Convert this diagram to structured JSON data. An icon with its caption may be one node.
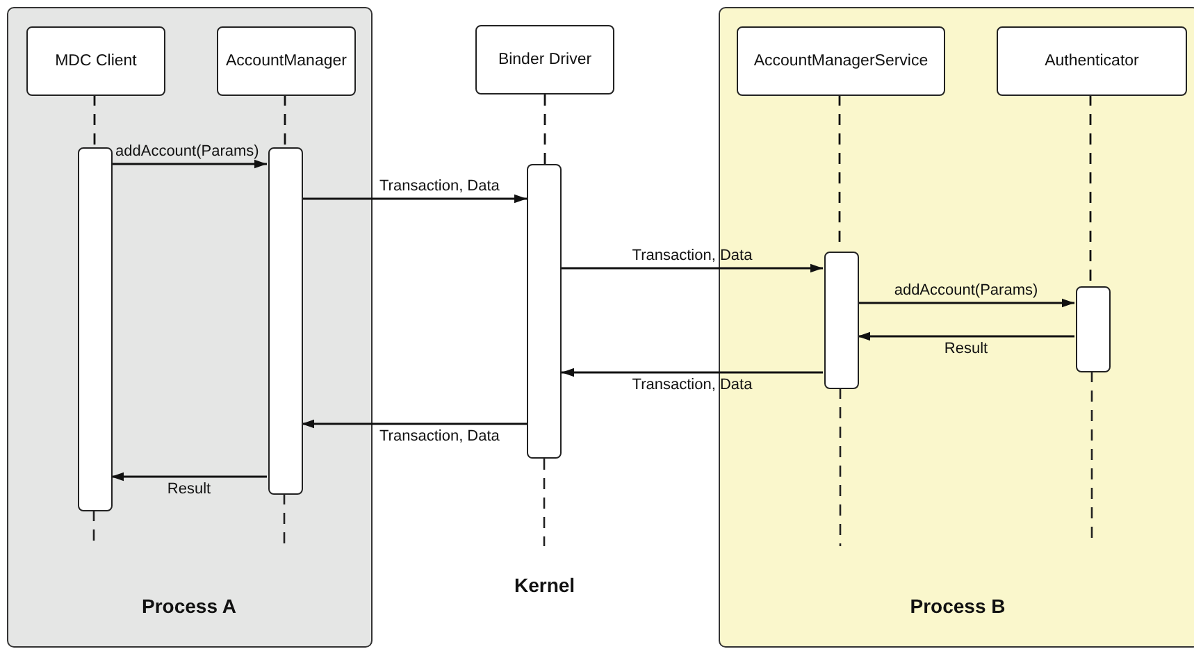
{
  "diagram": {
    "nodes": [
      {
        "text": [
          "Process A"
        ]
      },
      {
        "text": [
          "MDC Client"
        ],
        "in": 0
      },
      {
        "text": [
          "AccountManager"
        ],
        "in": 0
      },
      {
        "text": [
          "Binder Driver"
        ]
      },
      {
        "text": [
          "Process B"
        ]
      },
      {
        "text": [
          "AccountManagerService"
        ],
        "in": 4
      },
      {
        "text": [
          "Authenticator"
        ],
        "in": 4
      },
      {
        "text": [],
        "shape": "bar",
        "in": 0
      },
      {
        "text": [],
        "shape": "bar",
        "in": 0
      },
      {
        "text": [],
        "shape": "bar"
      },
      {
        "text": [],
        "shape": "bar",
        "in": 4
      },
      {
        "text": [],
        "shape": "bar",
        "in": 4
      }
    ],
    "edges": [
      {
        "from": 1,
        "to": 7,
        "arrow": "none",
        "style": "dashed"
      },
      {
        "from": 2,
        "to": 8,
        "arrow": "none",
        "style": "dashed"
      },
      {
        "from": 3,
        "to": 9,
        "arrow": "none",
        "style": "dashed"
      },
      {
        "from": 5,
        "to": 10,
        "arrow": "none",
        "style": "dashed"
      },
      {
        "from": 6,
        "to": 11,
        "arrow": "none",
        "style": "dashed"
      },
      {
        "from": 7,
        "to": 8,
        "arrow": "to",
        "label": "addAccount(Params)"
      },
      {
        "from": 8,
        "to": 9,
        "arrow": "to",
        "label": "Transaction, Data"
      },
      {
        "from": 9,
        "to": 10,
        "arrow": "to",
        "label": "Transaction, Data"
      },
      {
        "from": 10,
        "to": 11,
        "arrow": "to",
        "label": "addAccount(Params)"
      },
      {
        "from": 11,
        "to": 10,
        "arrow": "to",
        "label": "Result"
      },
      {
        "from": 10,
        "to": 9,
        "arrow": "to",
        "label": "Transaction, Data"
      },
      {
        "from": 9,
        "to": 8,
        "arrow": "to",
        "label": "Transaction, Data"
      },
      {
        "from": 8,
        "to": 7,
        "arrow": "to",
        "label": "Result"
      }
    ],
    "labels": [
      "Kernel"
    ]
  }
}
